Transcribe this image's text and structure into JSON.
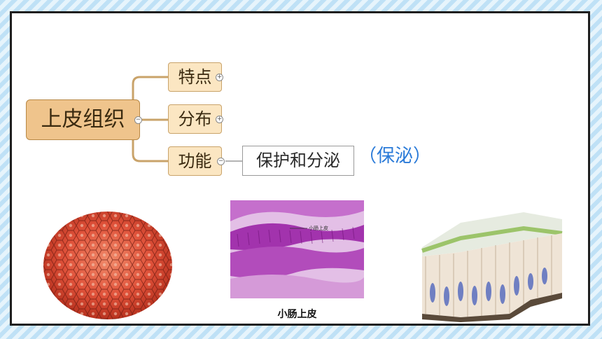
{
  "mindmap": {
    "root": "上皮组织",
    "children": [
      {
        "label": "特点"
      },
      {
        "label": "分布"
      },
      {
        "label": "功能",
        "leaf": "保护和分泌"
      }
    ],
    "annotation": "（保泌）"
  },
  "images": {
    "intestine_caption": "小肠上皮",
    "intestine_label": "小肠上皮"
  },
  "colors": {
    "root_fill": "#efc48c",
    "child_fill": "#fbe6c2",
    "connector": "#c9a36a",
    "annotation": "#2a7ad8",
    "frame_border": "#1f1f1f"
  },
  "icons": [
    "expand-plus-icon",
    "collapse-minus-icon"
  ]
}
